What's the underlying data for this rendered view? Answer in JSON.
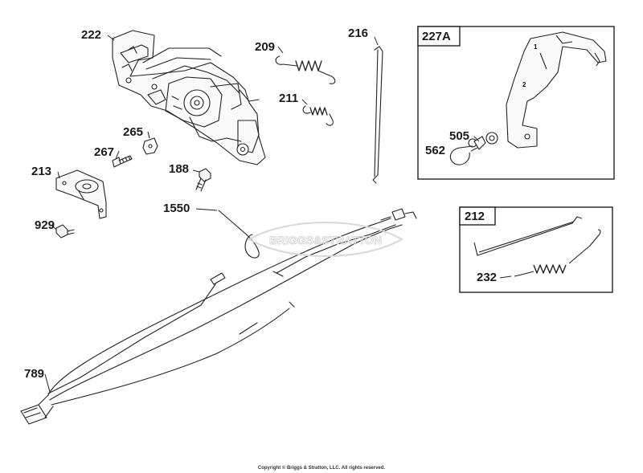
{
  "parts": [
    {
      "id": "222",
      "label": "222"
    },
    {
      "id": "209",
      "label": "209"
    },
    {
      "id": "211",
      "label": "211"
    },
    {
      "id": "216",
      "label": "216"
    },
    {
      "id": "265",
      "label": "265"
    },
    {
      "id": "267",
      "label": "267"
    },
    {
      "id": "213",
      "label": "213"
    },
    {
      "id": "188",
      "label": "188"
    },
    {
      "id": "929",
      "label": "929"
    },
    {
      "id": "1550",
      "label": "1550"
    },
    {
      "id": "789",
      "label": "789"
    },
    {
      "id": "505",
      "label": "505"
    },
    {
      "id": "562",
      "label": "562"
    },
    {
      "id": "232",
      "label": "232"
    }
  ],
  "insets": {
    "bracket_assembly": {
      "label": "227A",
      "marks": [
        "1",
        "2"
      ]
    },
    "link_assembly": {
      "label": "212"
    }
  },
  "watermark": {
    "text": "BRIGGS&STRATTON"
  },
  "copyright": "Copyright © Briggs & Stratton, LLC. All rights reserved."
}
